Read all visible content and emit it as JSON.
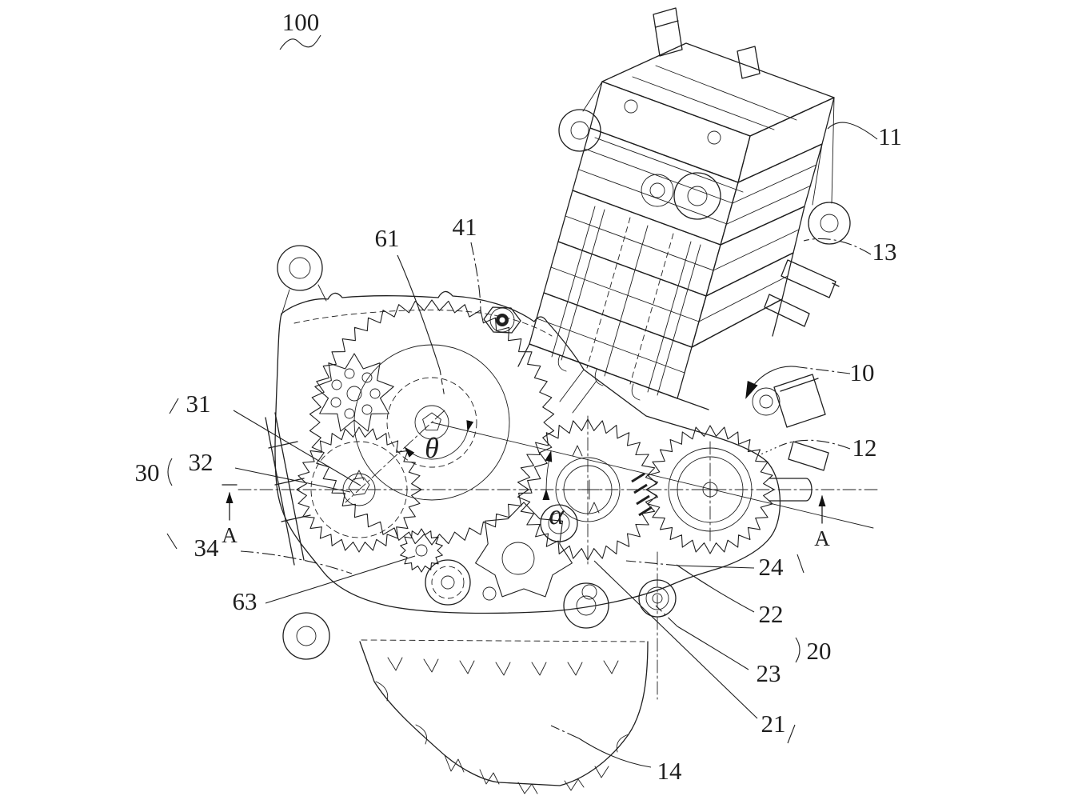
{
  "figure": {
    "drawing_reference": "100",
    "kind": "patent-style engine assembly line drawing",
    "section_label": "A",
    "theta_symbol": "θ",
    "alpha_symbol": "α"
  },
  "labels": {
    "n100": "100",
    "n11": "11",
    "n13": "13",
    "n10": "10",
    "n12": "12",
    "n61": "61",
    "n41": "41",
    "n31": "31",
    "n30": "30",
    "n32": "32",
    "n34": "34",
    "n63": "63",
    "n24": "24",
    "n22": "22",
    "n23": "23",
    "n20": "20",
    "n21": "21",
    "n14": "14",
    "theta": "θ",
    "alpha": "α",
    "sectionA": "A"
  },
  "colors": {
    "line": "#1f1f1f",
    "background": "#ffffff",
    "arrow_fill": "#111111"
  }
}
